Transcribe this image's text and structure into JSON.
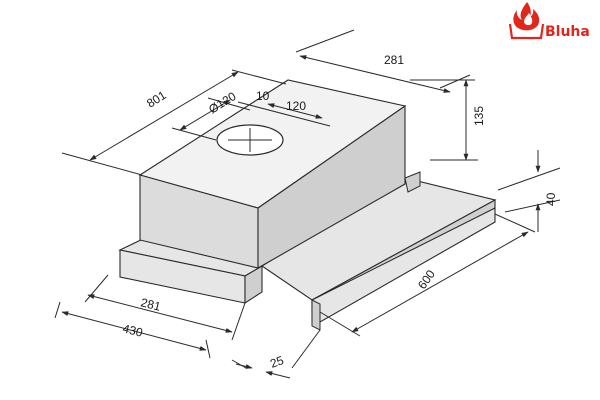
{
  "brand": {
    "name": "Bluha",
    "icon": "flame-tray-icon",
    "color": "#e1261c"
  },
  "dimensions": {
    "depth_top": "801",
    "duct_diameter": "Ø120",
    "duct_offset": "10",
    "duct_to_side": "120",
    "body_width_top": "281",
    "body_height": "135",
    "front_panel_height": "40",
    "slide_width": "600",
    "body_width_bottom": "281",
    "overall_depth": "430",
    "panel_thickness": "25"
  },
  "colors": {
    "line": "#2b2b2b",
    "body_top": "#f2f2f2",
    "body_front": "#dcdcdc",
    "body_side": "#cfcfcf",
    "base": "#e6e6e6",
    "panel_top": "#d0d0d0",
    "panel_front": "#e6e6e6",
    "outlet_fill": "#ffffff"
  }
}
